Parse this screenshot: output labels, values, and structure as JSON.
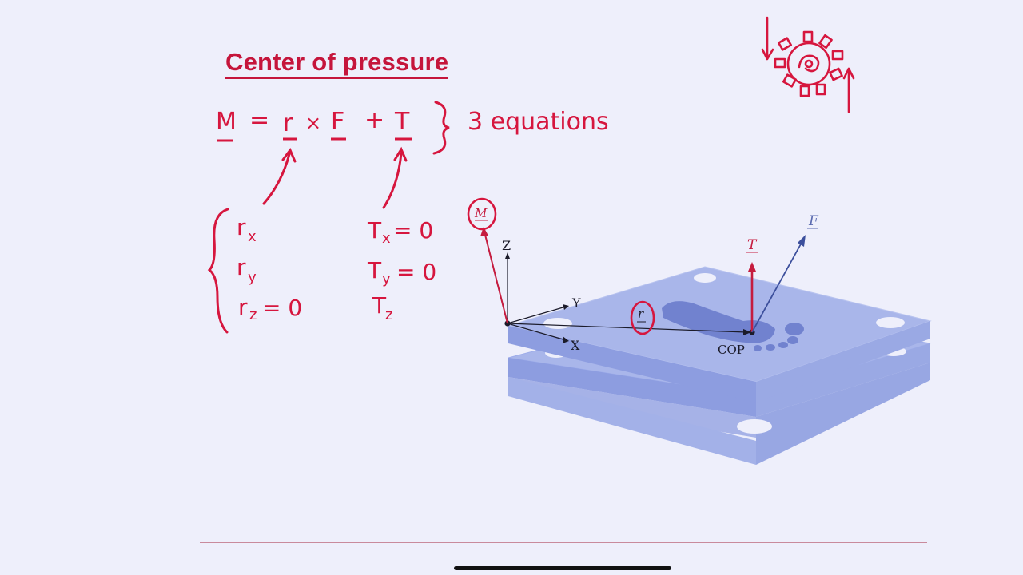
{
  "title": "Center of pressure",
  "equation": {
    "M": "M",
    "eq": "=",
    "r": "r",
    "cross": "×",
    "F": "F",
    "plus": "+",
    "T": "T",
    "note": "3 equations"
  },
  "r_components": [
    "rx",
    "ry",
    "rz = 0"
  ],
  "r_labels": {
    "rx_base": "r",
    "rx_sub": "x",
    "ry_base": "r",
    "ry_sub": "y",
    "rz_base": "r",
    "rz_sub": "z",
    "rz_val": "= 0"
  },
  "t_labels": {
    "tx_base": "T",
    "tx_sub": "x",
    "tx_val": "= 0",
    "ty_base": "T",
    "ty_sub": "y",
    "ty_val": "= 0",
    "tz_base": "T",
    "tz_sub": "z"
  },
  "diagram": {
    "M": "M",
    "Z": "Z",
    "Y": "Y",
    "X": "X",
    "T": "T",
    "F": "F",
    "r": "r",
    "COP": "COP"
  },
  "colors": {
    "ink": "#d6163e",
    "plate": "#a9b6ea",
    "plate_edge": "#8d9de0",
    "vector_blue": "#3c4f9c",
    "axis": "#1b1b2a"
  }
}
